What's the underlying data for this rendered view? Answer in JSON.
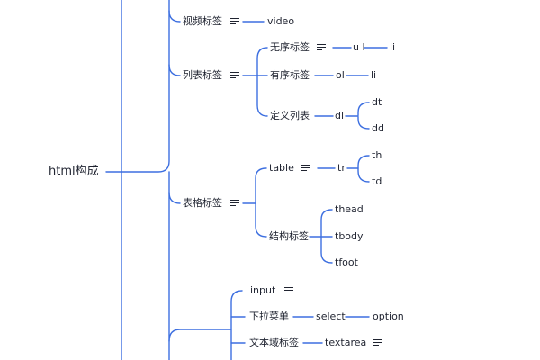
{
  "root": "html构成",
  "video": {
    "label": "视频标签",
    "child": "video"
  },
  "list": {
    "label": "列表标签",
    "unordered": {
      "label": "无序标签",
      "tag": "u l",
      "child": "li"
    },
    "ordered": {
      "label": "有序标签",
      "tag": "ol",
      "child": "li"
    },
    "definition": {
      "label": "定义列表",
      "tag": "dl",
      "children": [
        "dt",
        "dd"
      ]
    }
  },
  "table": {
    "label": "表格标签",
    "table_tag": "table",
    "row_tag": "tr",
    "cells": [
      "th",
      "td"
    ],
    "structure": {
      "label": "结构标签",
      "children": [
        "thead",
        "tbody",
        "tfoot"
      ]
    }
  },
  "form": {
    "input": "input",
    "dropdown": {
      "label": "下拉菜单",
      "tag": "select",
      "child": "option"
    },
    "textarea": {
      "label": "文本域标签",
      "tag": "textarea"
    }
  },
  "colors": {
    "line": "#3d6fe0",
    "text": "#1f2330",
    "background": "#ffffff"
  }
}
